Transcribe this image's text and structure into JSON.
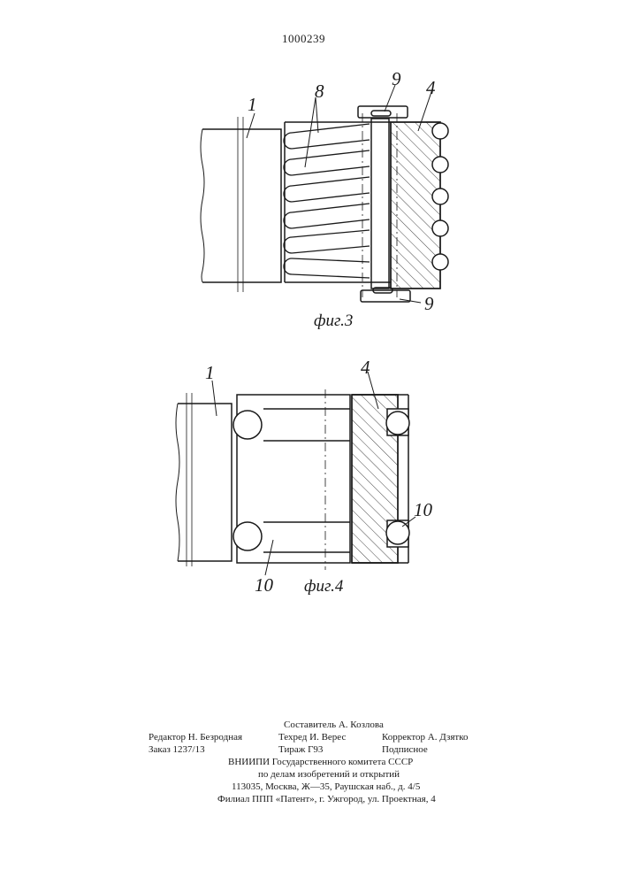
{
  "patent_number": "1000239",
  "figures": {
    "fig3": {
      "caption": "фиг.3",
      "labels": {
        "part1": "1",
        "part8": "8",
        "part9_top": "9",
        "part4": "4",
        "part9_bottom": "9"
      }
    },
    "fig4": {
      "caption": "фиг.4",
      "labels": {
        "part1": "1",
        "part4": "4",
        "part10_right": "10",
        "part10_bottom": "10"
      }
    }
  },
  "imprint": {
    "compiler": "Составитель А. Козлова",
    "editor": "Редактор Н. Безродная",
    "tech_editor": "Техред И. Верес",
    "proofreader": "Корректор А. Дзятко",
    "order": "Заказ 1237/13",
    "circulation": "Тираж Г93",
    "subscription": "Подписное",
    "org_line1": "ВНИИПИ Государственного комитета СССР",
    "org_line2": "по делам изобретений и открытий",
    "address": "113035, Москва, Ж—35, Раушская наб., д. 4/5",
    "branch": "Филиал ППП «Патент», г. Ужгород, ул. Проектная, 4"
  }
}
